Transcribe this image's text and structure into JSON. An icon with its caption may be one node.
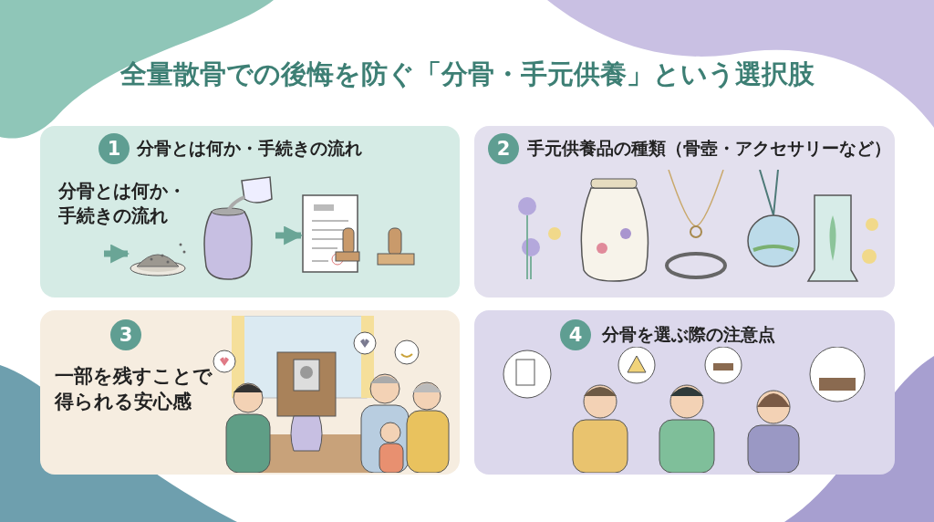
{
  "diagram": {
    "title": "全量散骨での後悔を防ぐ「分骨・手元供養」という選択肢",
    "nodes": [
      {
        "text": [
          "分骨とは何か・手続きの流れ",
          "分骨とは何か・手続きの流れ"
        ]
      },
      {
        "text": [
          "1"
        ],
        "in": 0
      },
      {
        "text": [],
        "shape": "picture",
        "in": 0
      },
      {
        "text": [],
        "shape": "picture",
        "in": 0
      },
      {
        "text": [],
        "shape": "picture",
        "in": 0
      },
      {
        "text": [
          "手元供養品の種類（骨壺・アクセサリーなど）"
        ]
      },
      {
        "text": [
          "2"
        ],
        "in": 5
      },
      {
        "text": [
          "一部を残すことで得られる安心感"
        ]
      },
      {
        "text": [
          "3"
        ],
        "in": 7
      },
      {
        "text": [
          "分骨を選ぶ際の注意点"
        ]
      },
      {
        "text": [
          "4"
        ],
        "in": 9
      }
    ],
    "edges": [
      {
        "from": null,
        "to": 2,
        "arrow": "to"
      },
      {
        "from": 3,
        "to": 4,
        "arrow": "to"
      }
    ]
  }
}
